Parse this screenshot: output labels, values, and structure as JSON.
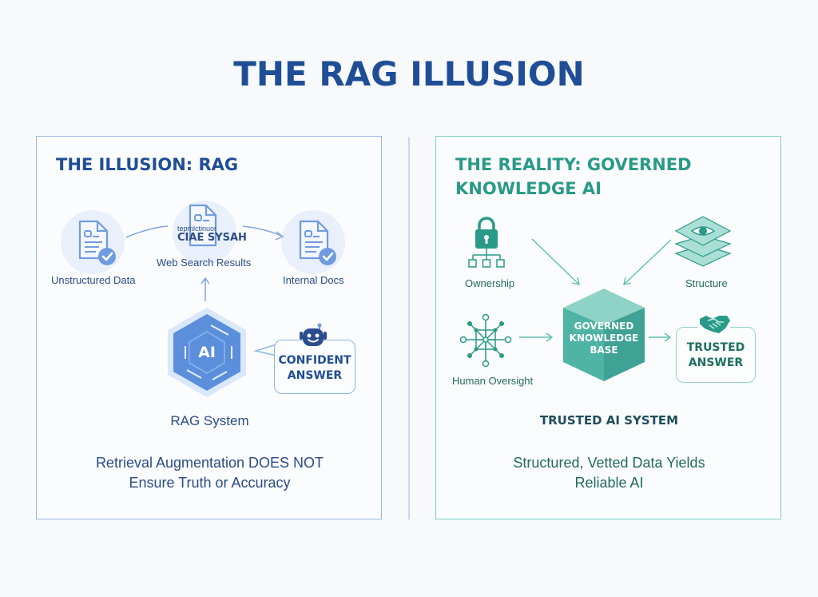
{
  "title": "THE RAG ILLUSION",
  "colors": {
    "title_blue": "#1f4e96",
    "left_border": "#9db8e8",
    "right_border": "#7fd0c4",
    "teal_accent": "#2a9a88",
    "teal_cube": "#4fb3a5",
    "blue_hex": "#5b8fdc"
  },
  "left_panel": {
    "title": "THE ILLUSION: RAG",
    "nodes": {
      "unstructured_data": {
        "label": "Unstructured Data",
        "icon": "document-check-icon"
      },
      "web_search": {
        "label": "Web Search Results",
        "icon": "document-icon",
        "overlay_small": "tepmlctinuor",
        "overlay_large": "CIAE SYSAH"
      },
      "internal_docs": {
        "label": "Internal Docs",
        "icon": "document-check-icon"
      },
      "rag_system": {
        "label": "RAG System",
        "badge": "AI",
        "icon": "ai-hexagon-icon"
      },
      "confident_answer": {
        "line1": "CONFIDENT",
        "line2": "ANSWER",
        "icon": "robot-icon"
      }
    },
    "footer": {
      "line1": "Retrieval Augmentation DOES NOT",
      "line2": "Ensure Truth or Accuracy"
    }
  },
  "right_panel": {
    "title_line1": "THE REALITY: GOVERNED",
    "title_line2": "KNOWLEDGE AI",
    "nodes": {
      "ownership": {
        "label": "Ownership",
        "icon": "lock-hierarchy-icon"
      },
      "structure": {
        "label": "Structure",
        "icon": "layers-eye-icon"
      },
      "human_oversight": {
        "label": "Human Oversight",
        "icon": "network-icon"
      },
      "knowledge_base": {
        "line1": "GOVERNED",
        "line2": "KNOWLEDGE",
        "line3": "BASE",
        "icon": "cube-icon"
      },
      "trusted_answer": {
        "line1": "TRUSTED",
        "line2": "ANSWER",
        "icon": "handshake-icon"
      }
    },
    "subtitle": "TRUSTED AI SYSTEM",
    "footer": {
      "line1": "Structured, Vetted Data Yields",
      "line2": "Reliable AI"
    }
  }
}
